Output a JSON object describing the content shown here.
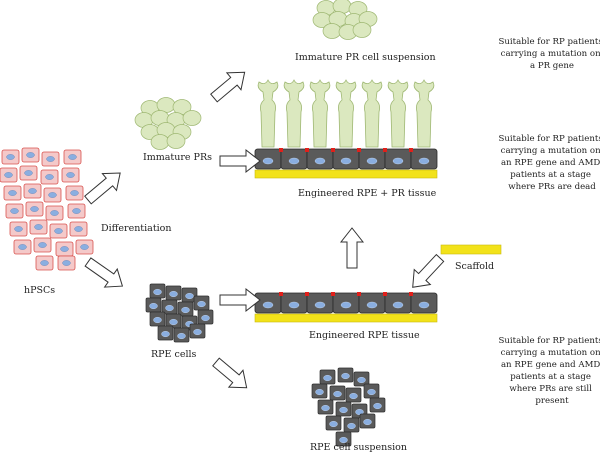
{
  "labels": {
    "hpscs": "hPSCs",
    "differentiation": "Differentiation",
    "immature_prs": "Immature PRs",
    "rpe_cells": "RPE cells",
    "immature_pr_suspension": "Immature PR cell suspension",
    "engineered_rpe_pr_tissue": "Engineered RPE + PR tissue",
    "engineered_rpe_tissue": "Engineered RPE tissue",
    "scaffold": "Scaffold",
    "rpe_cell_suspension": "RPE cell suspension"
  },
  "notes": {
    "pr_gene": [
      "Suitable for RP patients",
      "carrying a mutation on",
      "a PR gene"
    ],
    "rpe_gene_prs_dead": [
      "Suitable for RP patients",
      "carrying a mutation on",
      "an RPE gene and AMD",
      "patients at a stage",
      "where PRs are dead"
    ],
    "rpe_gene_prs_present": [
      "Suitable for RP patients",
      "carrying a mutation on",
      "an RPE gene and AMD",
      "patients at a stage",
      "where PRs are still",
      "present"
    ]
  },
  "colors": {
    "hpsc_fill": "#f4c9c9",
    "hpsc_stroke": "#d9534f",
    "nucleus": "#8aaee0",
    "pr_fill": "#dbe8bf",
    "pr_stroke": "#9fb873",
    "rpe_fill": "#5a5a5a",
    "scaffold": "#f2e21a",
    "junction": "#e0201b"
  }
}
